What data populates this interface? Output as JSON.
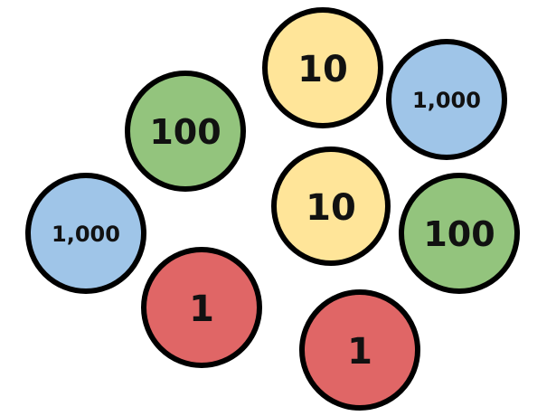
{
  "colors": {
    "one": "#e06666",
    "ten": "#ffe599",
    "hundred": "#93c47d",
    "thousand": "#9fc5e8",
    "outline": "#000000"
  },
  "disks": [
    {
      "label": "10",
      "kind": "ten"
    },
    {
      "label": "1,000",
      "kind": "thousand"
    },
    {
      "label": "100",
      "kind": "hundred"
    },
    {
      "label": "10",
      "kind": "ten"
    },
    {
      "label": "1,000",
      "kind": "thousand"
    },
    {
      "label": "100",
      "kind": "hundred"
    },
    {
      "label": "1",
      "kind": "one"
    },
    {
      "label": "1",
      "kind": "one"
    }
  ]
}
